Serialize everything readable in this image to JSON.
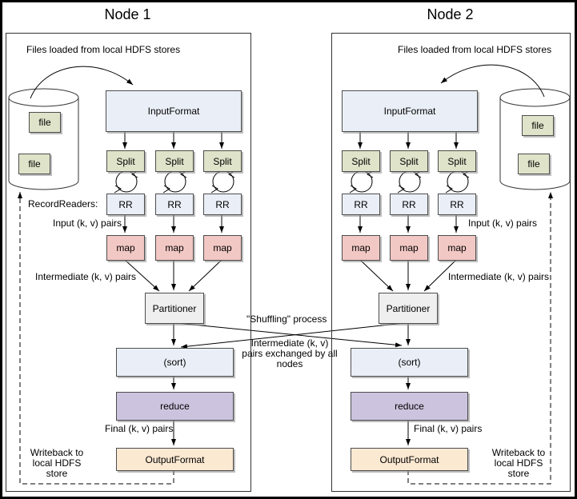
{
  "colors": {
    "box-blue": "#EAEFF7",
    "box-green": "#DFE3C9",
    "box-pink": "#F2C8C4",
    "box-gray": "#EFEFEF",
    "box-purple": "#CCC4DE",
    "box-peach": "#FBE9D2",
    "line": "#000000"
  },
  "middle": {
    "shuffling": "\"Shuffling\" process",
    "exchange": "Intermediate (k, v) pairs exchanged by all nodes"
  },
  "node1": {
    "title": "Node 1",
    "files_loaded": "Files loaded from local HDFS stores",
    "file_label": "file",
    "input_format": "InputFormat",
    "split": "Split",
    "record_readers": "RecordReaders:",
    "rr": "RR",
    "input_kv": "Input (k, v) pairs",
    "map": "map",
    "intermediate_kv": "Intermediate (k, v) pairs",
    "partitioner": "Partitioner",
    "sort": "(sort)",
    "reduce": "reduce",
    "final_kv": "Final (k, v) pairs",
    "output_format": "OutputFormat",
    "writeback": "Writeback to local HDFS store"
  },
  "node2": {
    "title": "Node 2",
    "files_loaded": "Files loaded from local HDFS stores",
    "file_label": "file",
    "input_format": "InputFormat",
    "split": "Split",
    "rr": "RR",
    "input_kv": "Input (k, v) pairs",
    "map": "map",
    "intermediate_kv": "Intermediate (k, v) pairs",
    "partitioner": "Partitioner",
    "sort": "(sort)",
    "reduce": "reduce",
    "final_kv": "Final (k, v) pairs",
    "output_format": "OutputFormat",
    "writeback": "Writeback to local HDFS store"
  }
}
